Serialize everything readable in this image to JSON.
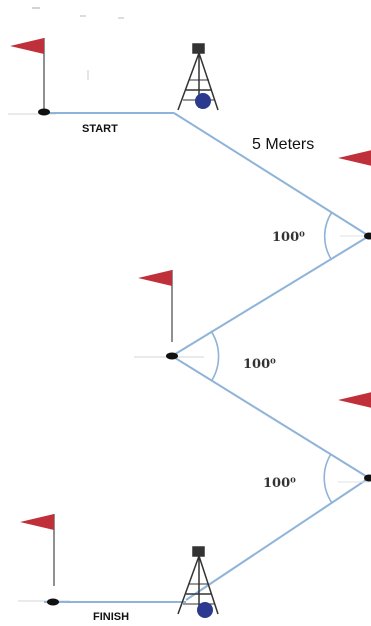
{
  "labels": {
    "start": "START",
    "finish": "FINISH",
    "distance": "5 Meters",
    "angle_1": "100⁰",
    "angle_2": "100⁰",
    "angle_3": "100⁰"
  },
  "colors": {
    "path": "#8fb3d9",
    "flag": "#c0303a",
    "pole": "#555555",
    "ball": "#2b3a8f",
    "marker": "#111111"
  },
  "icons": {
    "flag": "flag-icon",
    "tripod": "tripod-camera-icon",
    "ball": "ball-icon"
  }
}
